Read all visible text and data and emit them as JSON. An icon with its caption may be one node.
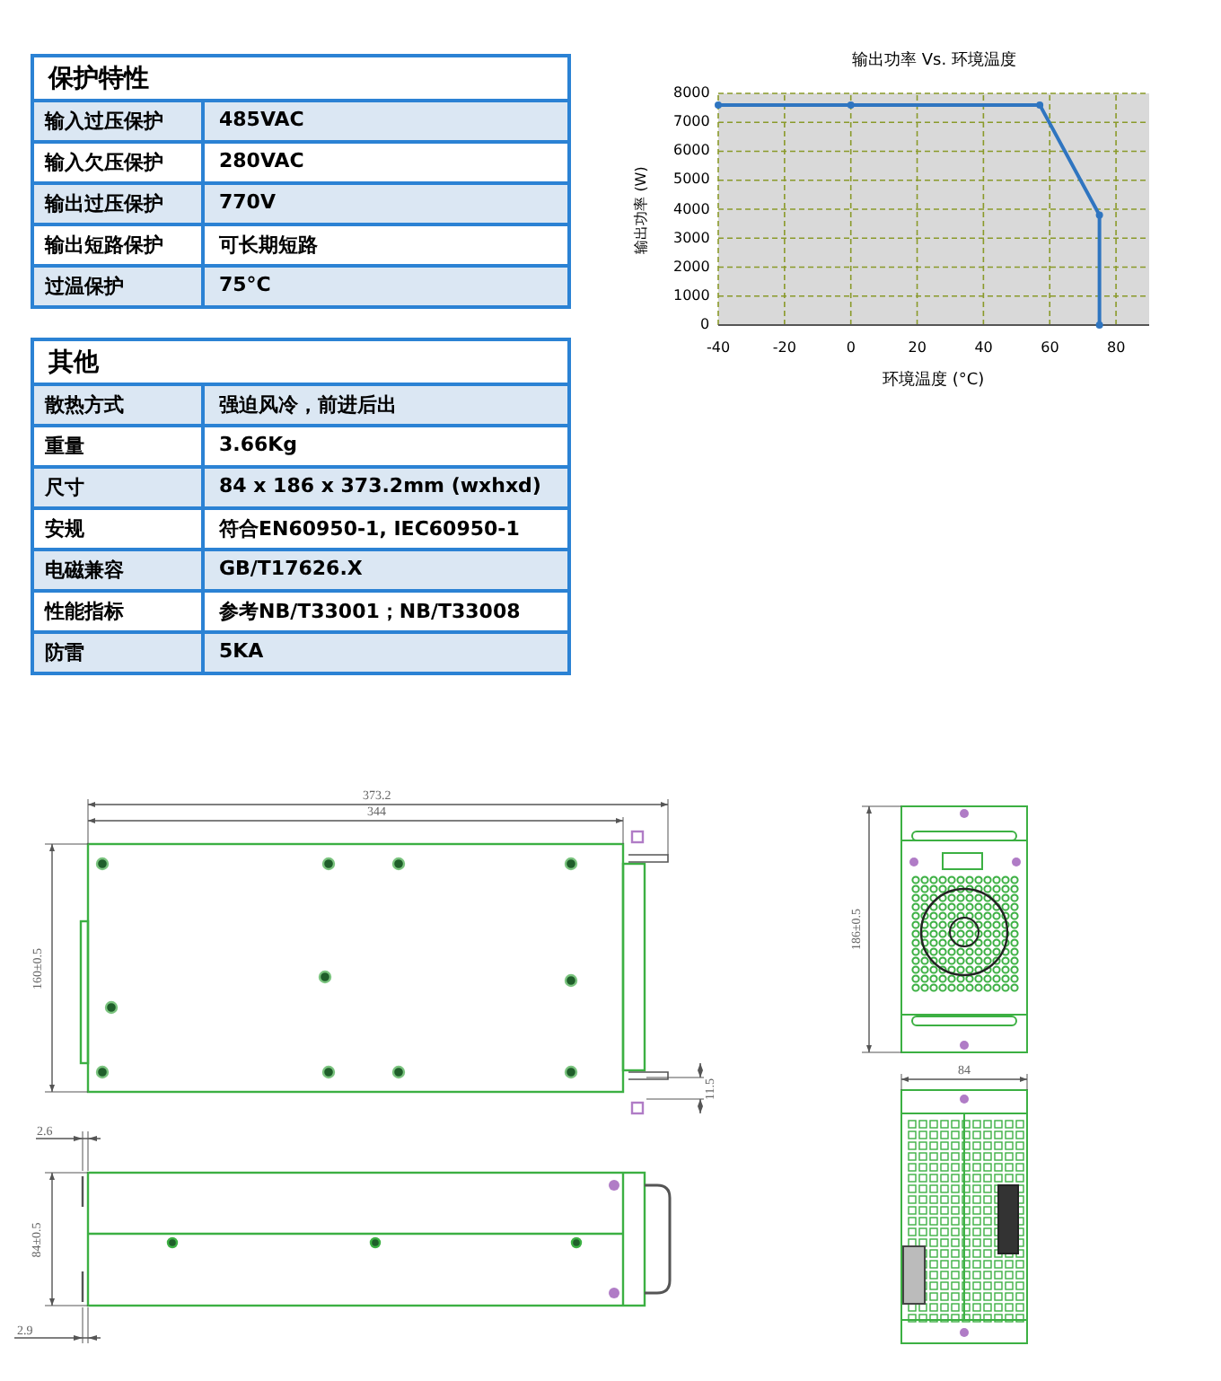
{
  "diagram": {
    "labels": [
      "保护特性",
      "输入过压保护",
      "485VAC",
      "输入欠压保护",
      "280VAC",
      "输出过压保护",
      "770V",
      "输出短路保护",
      "可长期短路",
      "过温保护",
      "75°C",
      "其他",
      "散热方式",
      "强迫风冷，前进后出",
      "重量",
      "3.66Kg",
      "尺寸",
      "84 x 186 x 373.2mm (wxhxd)",
      "安规",
      "符合EN60950-1, IEC60950-1",
      "电磁兼容",
      "GB/T17626.X",
      "性能指标",
      "参考NB/T33001；NB/T33008",
      "防雷",
      "5KA",
      "373.2",
      "344",
      "160±0.5",
      "11.5",
      "2.6",
      "84±0.5",
      "2.9",
      "186±0.5",
      "84"
    ],
    "chart_data": {
      "type": "line",
      "title": "输出功率 Vs. 环境温度",
      "xlabel": "环境温度 (°C)",
      "ylabel": "输出功率 (W)",
      "x": [
        -40,
        0,
        57,
        75,
        75
      ],
      "series": [
        {
          "color": "#2f75c0",
          "marker": "circle",
          "values": [
            7600,
            7600,
            7600,
            3800,
            0
          ]
        }
      ],
      "grid": true,
      "xlim": [
        -40,
        90
      ],
      "ylim": [
        0,
        8000
      ],
      "xticks": [
        -40,
        -20,
        0,
        20,
        40,
        60,
        80
      ],
      "yticks": [
        0,
        1000,
        2000,
        3000,
        4000,
        5000,
        6000,
        7000,
        8000
      ]
    }
  }
}
